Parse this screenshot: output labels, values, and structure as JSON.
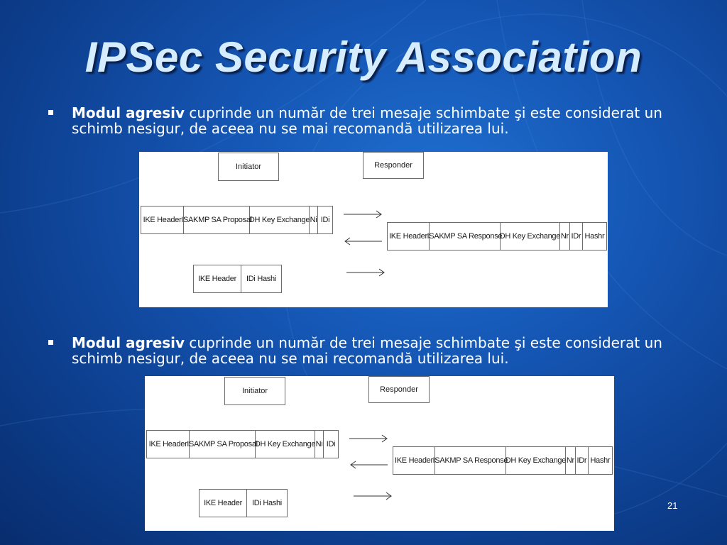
{
  "slide": {
    "title": "IPSec Security Association",
    "page_number": "21"
  },
  "bullets": [
    {
      "bold": "Modul agresiv",
      "rest": " cuprinde un număr de trei mesaje schimbate şi este considerat un schimb nesigur, de aceea nu se mai recomandă utilizarea lui."
    },
    {
      "bold": "Modul agresiv",
      "rest": " cuprinde un număr de trei mesaje schimbate şi este considerat un schimb nesigur, de aceea nu se mai recomandă utilizarea lui."
    }
  ],
  "diagram": {
    "initiator": "Initiator",
    "responder": "Responder",
    "msg1": [
      "IKE Header",
      "ISAKMP SA Proposal",
      "DH Key Exchange",
      "Ni",
      "IDi"
    ],
    "msg2": [
      "IKE Header",
      "ISAKMP SA Response",
      "DH Key Exchange",
      "Nr",
      "IDr",
      "Hashr"
    ],
    "msg3": [
      "IKE Header",
      "IDi Hashi"
    ]
  },
  "colors": {
    "background": "#1556b4",
    "title": "#d6ecff",
    "text": "#ffffff"
  }
}
